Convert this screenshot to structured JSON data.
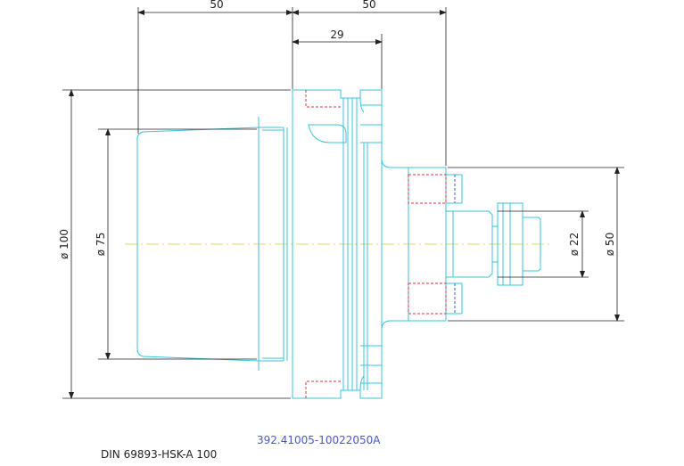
{
  "dimensions": {
    "top_left": "50",
    "top_right": "50",
    "inner_top": "29",
    "diameter_outer": "ø 100",
    "diameter_taper": "ø 75",
    "diameter_bore": "ø 22",
    "diameter_shank": "ø 50"
  },
  "standard_label": "DIN 69893-HSK-A 100",
  "part_number": "392.41005-10022050A",
  "colors": {
    "outline": "#37c6da",
    "hidden": "#e3323a",
    "hidden_blue": "#4a56c8",
    "dimension": "#222222",
    "centerline": "#d8d860",
    "label": "#4a56c8"
  }
}
